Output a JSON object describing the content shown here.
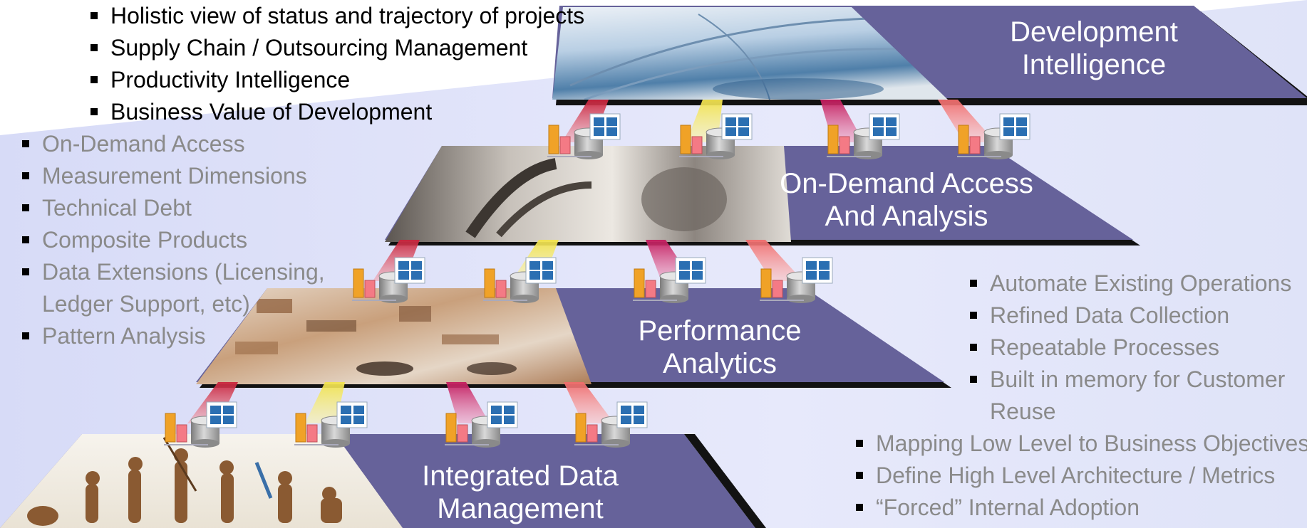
{
  "tiers": [
    {
      "label_line1": "Development",
      "label_line2": "Intelligence"
    },
    {
      "label_line1": "On-Demand Access",
      "label_line2": "And Analysis"
    },
    {
      "label_line1": "Performance",
      "label_line2": "Analytics"
    },
    {
      "label_line1": "Integrated Data",
      "label_line2": "Management"
    }
  ],
  "top_bullets": [
    "Holistic view of status and trajectory of projects",
    "Supply Chain / Outsourcing Management",
    "Productivity Intelligence",
    "Business Value of Development"
  ],
  "left_bullets": [
    "On-Demand Access",
    "Measurement Dimensions",
    "Technical Debt",
    "Composite Products",
    "Data Extensions (Licensing, Ledger Support, etc)",
    "Pattern Analysis"
  ],
  "right_bullets": [
    "Automate Existing Operations",
    "Refined Data Collection",
    "Repeatable Processes",
    "Built in memory for Customer Reuse"
  ],
  "bottom_bullets": [
    "Mapping Low Level to Business Objectives",
    "Define High Level Architecture / Metrics",
    "“Forced” Internal Adoption"
  ],
  "colors": {
    "slab_fill": "#66629a",
    "slab_shadow": "#121212",
    "background_wedge": "#dcdff8",
    "beam_red": "#c8213a",
    "beam_yellow": "#f1e24a",
    "beam_pink": "#c2185b",
    "beam_salmon": "#f06a6a",
    "bar_orange": "#f0a227",
    "bar_pink": "#f47a85",
    "grid_blue": "#2b6fb2"
  }
}
